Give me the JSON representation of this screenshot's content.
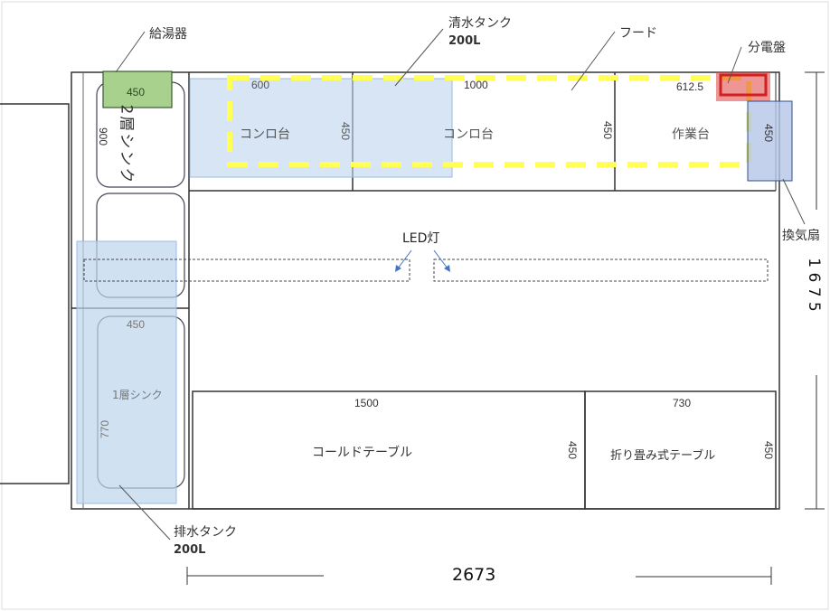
{
  "labels": {
    "water_heater": "給湯器",
    "clean_tank": "清水タンク",
    "clean_tank_capacity": "200L",
    "hood": "フード",
    "panel": "分電盤",
    "fan": "換気扇",
    "led": "LED灯",
    "drain_tank": "排水タンク",
    "drain_tank_capacity": "200L"
  },
  "fixtures": {
    "water_heater_width": "450",
    "sink2_name": "2層シンク",
    "sink2_length": "900",
    "sink1_name": "1層シンク",
    "sink1_width": "450",
    "sink1_length": "770",
    "stove1_name": "コンロ台",
    "stove1_width": "600",
    "stove1_depth": "450",
    "stove2_name": "コンロ台",
    "stove2_width": "1000",
    "stove2_depth": "450",
    "worktable_name": "作業台",
    "worktable_width": "612.5",
    "fan_depth": "450",
    "cold_table_name": "コールドテーブル",
    "cold_table_width": "1500",
    "cold_table_depth": "450",
    "folding_table_name": "折り畳み式テーブル",
    "folding_table_width": "730",
    "folding_table_depth": "450"
  },
  "dimensions": {
    "total_width": "2673",
    "total_depth": "1 6 7 5"
  },
  "colors": {
    "tank_blue": "#bcd4ec",
    "heater_green": "#a9d18e",
    "hood_yellow": "#ffff66",
    "panel_red": "#e03030"
  }
}
